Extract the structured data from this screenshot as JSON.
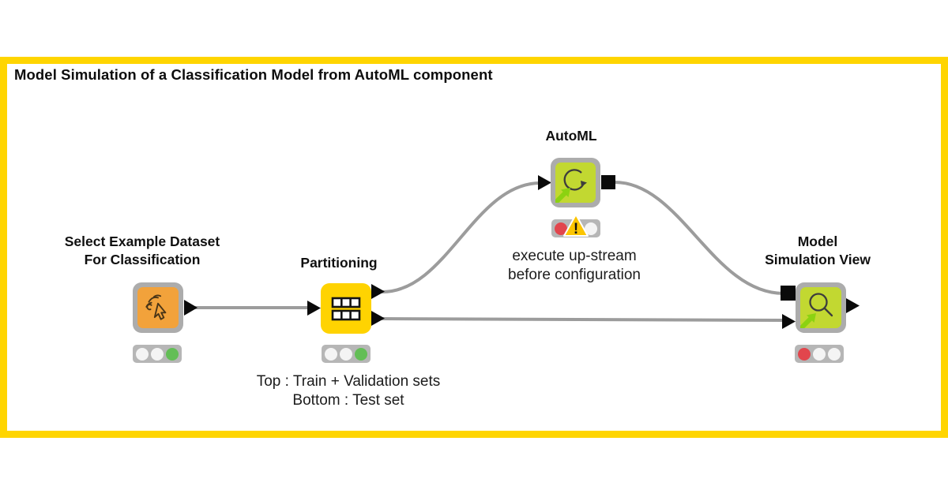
{
  "title": "Model Simulation of a Classification Model from AutoML component",
  "nodes": {
    "dataset": {
      "label_line1": "Select Example Dataset",
      "label_line2": "For Classification",
      "icon": "pointer-sketch-icon",
      "status": [
        "off",
        "off",
        "green"
      ]
    },
    "partitioning": {
      "label_line1": "Partitioning",
      "icon": "split-table-icon",
      "status": [
        "off",
        "off",
        "green"
      ]
    },
    "automl": {
      "label_line1": "AutoML",
      "icon": "loop-arrow-icon",
      "status": [
        "red",
        "off",
        "off"
      ],
      "warning_mark": "!"
    },
    "view": {
      "label_line1": "Model",
      "label_line2": "Simulation View",
      "icon": "magnifier-icon",
      "status": [
        "red",
        "off",
        "off"
      ]
    }
  },
  "annotations": {
    "automl_line1": "execute up-stream",
    "automl_line2": "before configuration",
    "partitioning_line1": "Top : Train + Validation sets",
    "partitioning_line2": "Bottom : Test set"
  },
  "colors": {
    "frame_yellow": "#FFD500",
    "node_yellow": "#FFD301",
    "node_orange": "#F2A23B",
    "node_green": "#C2D831",
    "arrow_green": "#8CD211",
    "wire_gray": "#9C9C9C",
    "status_green": "#63BE56",
    "status_red": "#E2464D",
    "status_off": "#F4F4F4",
    "light_bg": "#B6B6B6",
    "warning_yellow": "#FBC500"
  }
}
